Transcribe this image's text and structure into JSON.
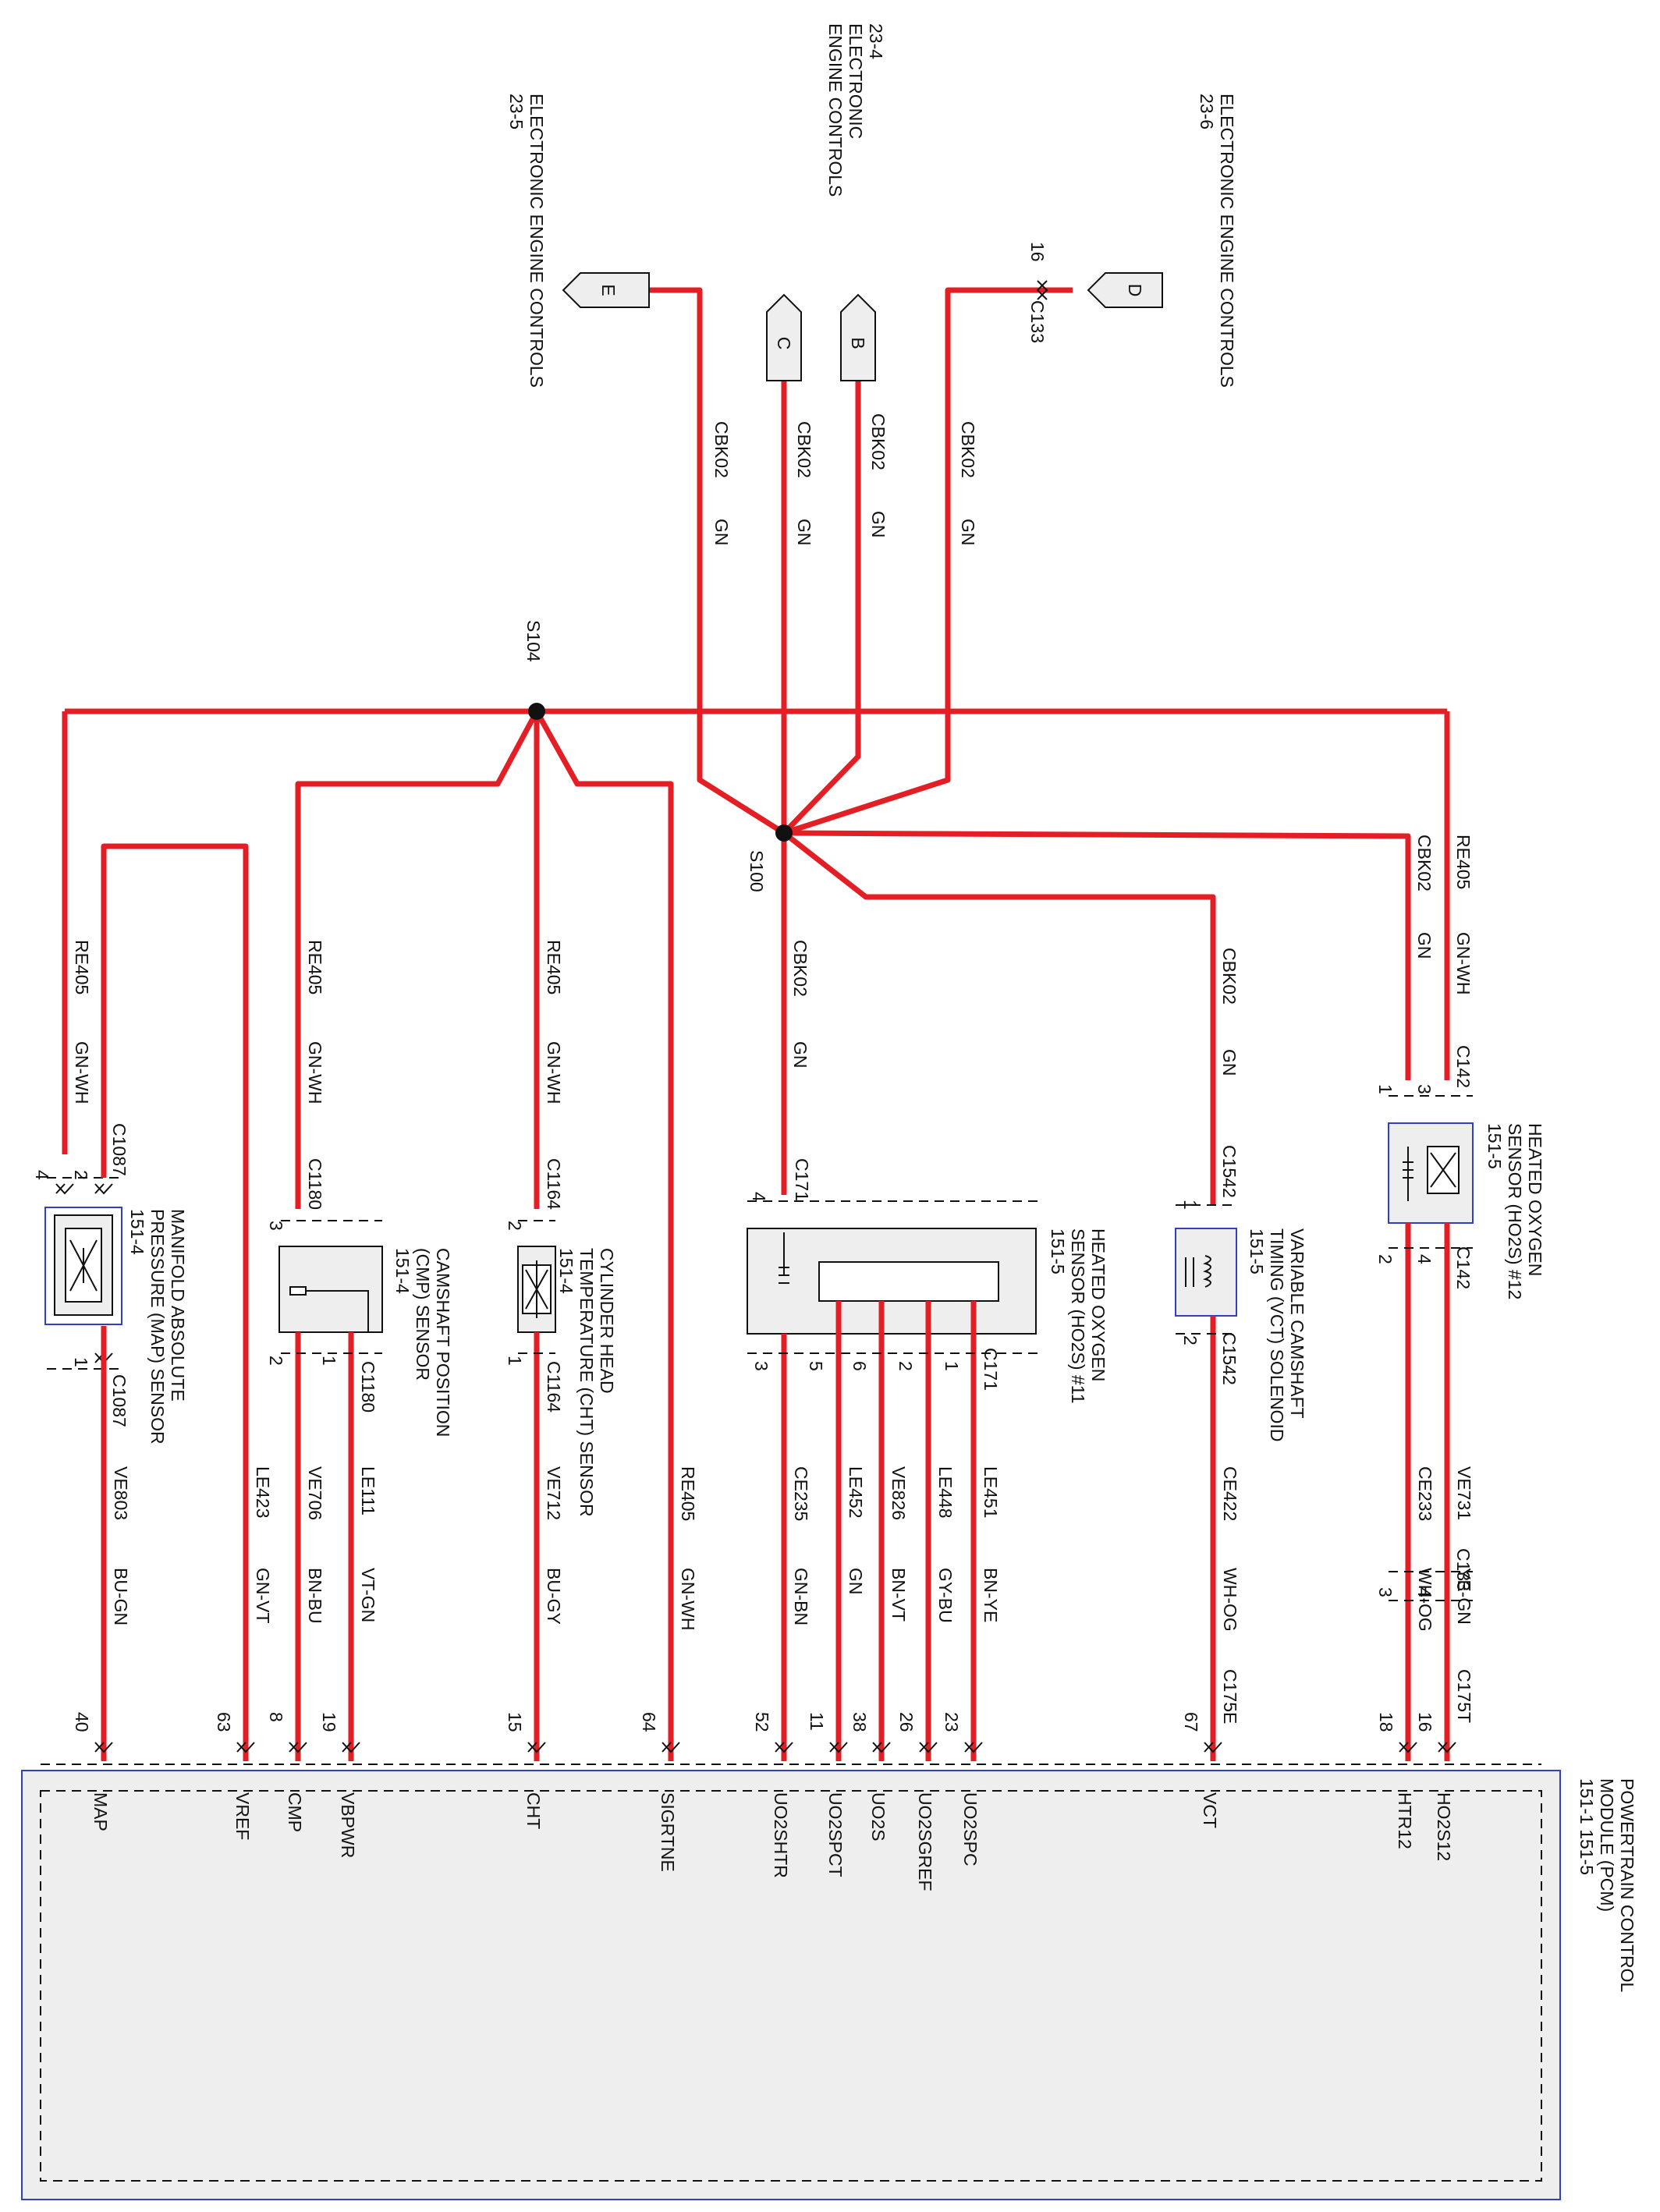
{
  "colors": {
    "wire": "#e31e24",
    "frame": "#3040c0",
    "fill": "#eeeeee"
  },
  "pcm": {
    "title_line1": "POWERTRAIN CONTROL",
    "title_line2": "MODULE (PCM)",
    "title_line3": "151-1     151-5"
  },
  "offpage": {
    "E": {
      "letter": "E",
      "line1": "ELECTRONIC ENGINE CONTROLS",
      "line2": "23-5"
    },
    "C_B": {
      "line1": "23-4",
      "line2": "ELECTRONIC",
      "line3": "ENGINE CONTROLS"
    },
    "C": {
      "letter": "C"
    },
    "B": {
      "letter": "B"
    },
    "D": {
      "letter": "D",
      "line1": "ELECTRONIC ENGINE CONTROLS",
      "line2": "23-6",
      "pin": "16",
      "conn": "C133"
    }
  },
  "splices": {
    "s104": "S104",
    "s100": "S100"
  },
  "top_wires": [
    {
      "circuit": "CBK02",
      "color": "GN"
    },
    {
      "circuit": "CBK02",
      "color": "GN"
    },
    {
      "circuit": "CBK02",
      "color": "GN"
    },
    {
      "circuit": "CBK02",
      "color": "GN"
    }
  ],
  "feeds": {
    "map": {
      "circuit": "RE405",
      "color": "GN-WH"
    },
    "cmp": {
      "circuit": "RE405",
      "color": "GN-WH"
    },
    "cht": {
      "circuit": "RE405",
      "color": "GN-WH"
    },
    "ho2s11": {
      "circuit": "CBK02",
      "color": "GN"
    },
    "vct": {
      "circuit": "CBK02",
      "color": "GN"
    },
    "ho2s12_a": {
      "circuit": "RE405",
      "color": "GN-WH"
    },
    "ho2s12_b": {
      "circuit": "CBK02",
      "color": "GN"
    }
  },
  "components": {
    "map": {
      "line1": "MANIFOLD ABSOLUTE",
      "line2": "PRESSURE (MAP) SENSOR",
      "line3": "151-4",
      "conn_top": "C1087",
      "conn_bot": "C1087",
      "pin_a": "4",
      "pin_b": "2",
      "pin_c": "1"
    },
    "cmp": {
      "line1": "CAMSHAFT POSITION",
      "line2": "(CMP) SENSOR",
      "line3": "151-4",
      "conn_top": "C1180",
      "conn_bot": "C1180",
      "pin_a": "3",
      "pin_b": "2",
      "pin_c": "1"
    },
    "cht": {
      "line1": "CYLINDER HEAD",
      "line2": "TEMPERATURE (CHT) SENSOR",
      "line3": "151-4",
      "conn_top": "C1164",
      "conn_bot": "C1164",
      "pin_a": "2",
      "pin_b": "1"
    },
    "ho2s11": {
      "line1": "HEATED OXYGEN",
      "line2": "SENSOR (HO2S) #11",
      "line3": "151-5",
      "conn_top": "C171",
      "conn_bot": "C171",
      "pin_a": "4",
      "pins_bot": [
        "3",
        "5",
        "6",
        "2",
        "1"
      ]
    },
    "vct": {
      "line1": "VARIABLE CAMSHAFT",
      "line2": "TIMING (VCT) SOLENOID",
      "line3": "151-5",
      "conn_top": "C1542",
      "conn_bot": "C1542",
      "pin_a": "1",
      "pin_b": "2"
    },
    "ho2s12": {
      "line1": "HEATED OXYGEN",
      "line2": "SENSOR (HO2S) #12",
      "line3": "151-5",
      "conn_top": "C142",
      "conn_bot": "C142",
      "pin_a": "1",
      "pin_b": "3",
      "pin_c": "2",
      "pin_d": "4"
    }
  },
  "c133": {
    "label": "C133",
    "pin_a": "3",
    "pin_b": "4"
  },
  "pcm_wires": [
    {
      "circuit": "VE803",
      "color": "BU-GN",
      "pin": "40",
      "signal": "MAP"
    },
    {
      "circuit": "LE423",
      "color": "GN-VT",
      "pin": "63",
      "signal": "VREF"
    },
    {
      "circuit": "VE706",
      "color": "BN-BU",
      "pin": "8",
      "signal": "CMP"
    },
    {
      "circuit": "LE111",
      "color": "VT-GN",
      "pin": "19",
      "signal": "VBPWR"
    },
    {
      "circuit": "VE712",
      "color": "BU-GY",
      "pin": "15",
      "signal": "CHT"
    },
    {
      "circuit": "RE405",
      "color": "GN-WH",
      "pin": "64",
      "signal": "SIGRTNE"
    },
    {
      "circuit": "CE235",
      "color": "GN-BN",
      "pin": "52",
      "signal": "UO2SHTR"
    },
    {
      "circuit": "LE452",
      "color": "GN",
      "pin": "11",
      "signal": "UO2SPCT"
    },
    {
      "circuit": "VE826",
      "color": "BN-VT",
      "pin": "38",
      "signal": "UO2S"
    },
    {
      "circuit": "LE448",
      "color": "GY-BU",
      "pin": "26",
      "signal": "UO2SGREF"
    },
    {
      "circuit": "LE451",
      "color": "BN-YE",
      "pin": "23",
      "signal": "UO2SPC"
    },
    {
      "circuit": "CE422",
      "color": "WH-OG",
      "pin": "67",
      "signal": "VCT",
      "conn": "C175E"
    },
    {
      "circuit": "CE233",
      "color": "WH-OG",
      "pin": "18",
      "signal": "HTR12"
    },
    {
      "circuit": "VE731",
      "color": "YE-GN",
      "pin": "16",
      "signal": "HO2S12",
      "conn": "C175T"
    }
  ]
}
